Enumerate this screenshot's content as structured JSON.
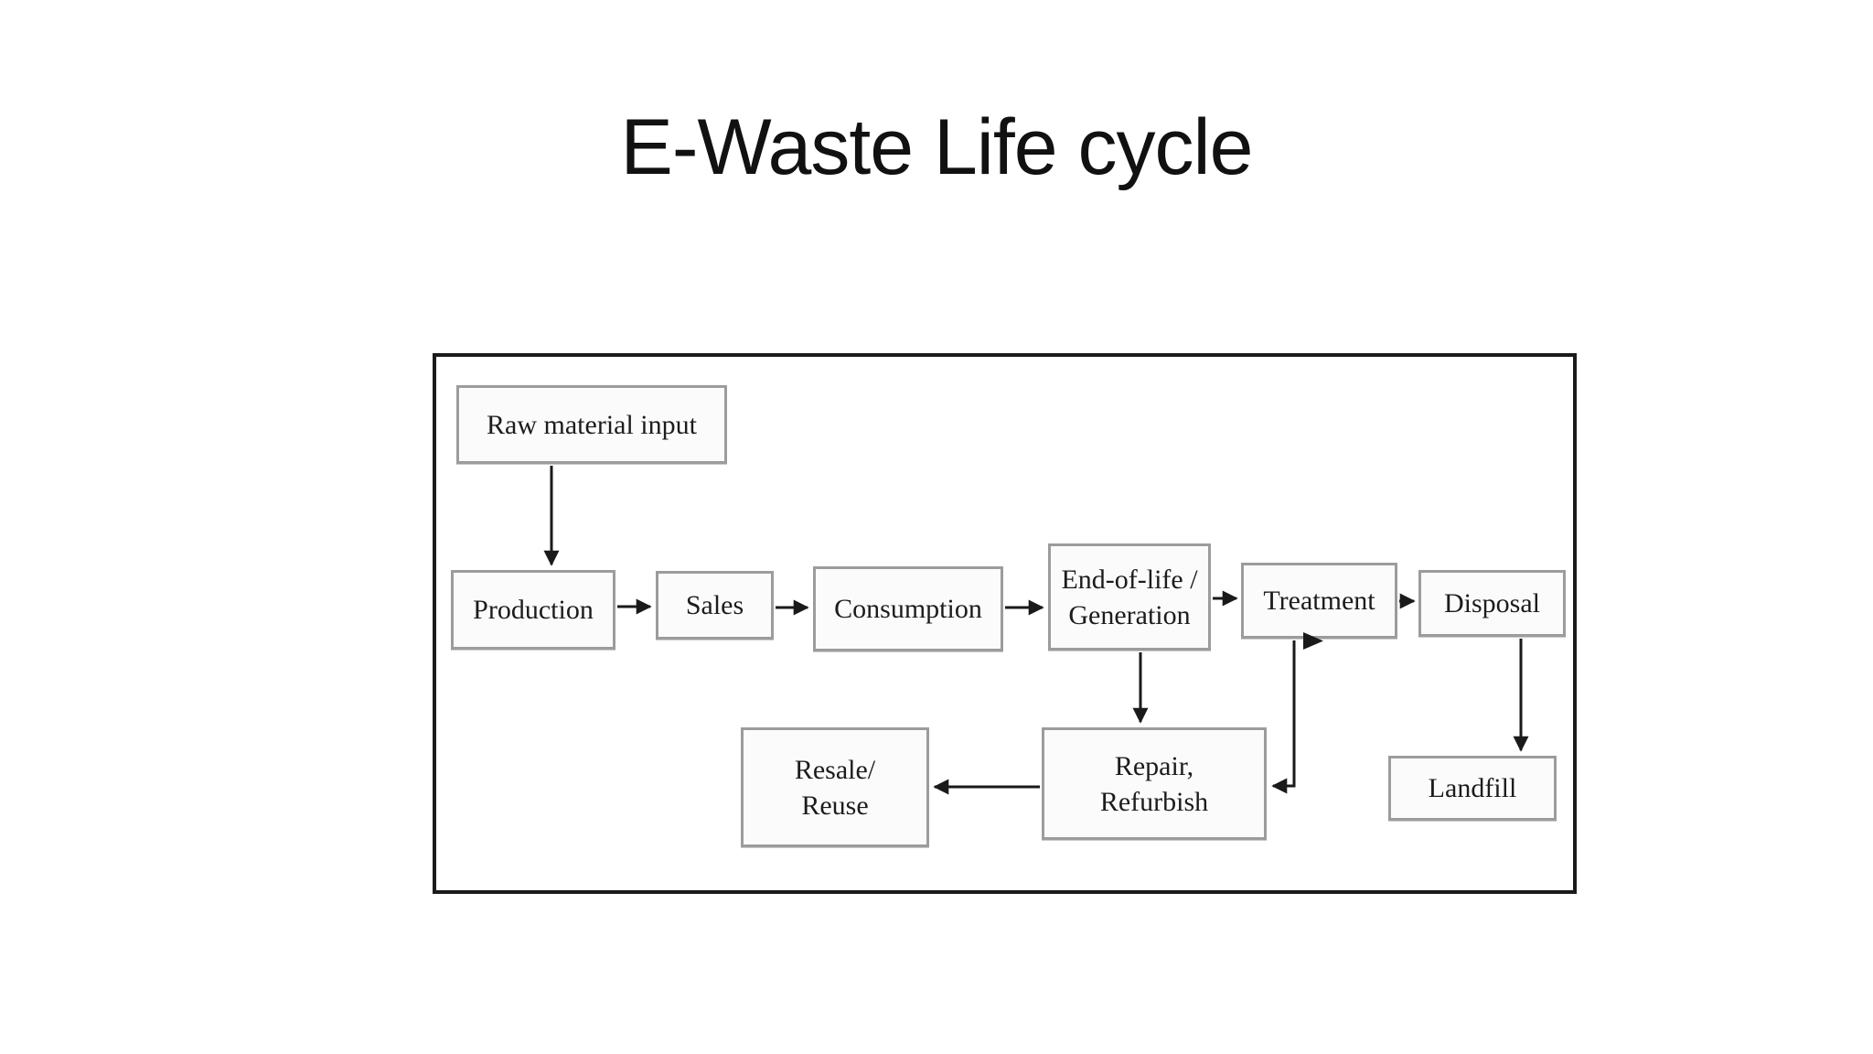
{
  "slide": {
    "title": "E-Waste Life cycle",
    "background_color": "#ffffff"
  },
  "diagram": {
    "frame_border_color": "#1b1b1b",
    "box_border_color": "#9c9c9c",
    "box_fill_color": "#fbfbfb",
    "line_color": "#1a1a1a",
    "text_color": "#1c1c1c",
    "nodes": [
      {
        "id": "raw-material-input",
        "label": "Raw material input"
      },
      {
        "id": "production",
        "label": "Production"
      },
      {
        "id": "sales",
        "label": "Sales"
      },
      {
        "id": "consumption",
        "label": "Consumption"
      },
      {
        "id": "end-of-life-generation",
        "label": "End-of-life /\nGeneration"
      },
      {
        "id": "treatment",
        "label": "Treatment"
      },
      {
        "id": "disposal",
        "label": "Disposal"
      },
      {
        "id": "resale-reuse",
        "label": "Resale/\nReuse"
      },
      {
        "id": "repair-refurbish",
        "label": "Repair,\nRefurbish"
      },
      {
        "id": "landfill",
        "label": "Landfill"
      }
    ],
    "edges": [
      {
        "from": "Raw material input",
        "to": "Production"
      },
      {
        "from": "Production",
        "to": "Sales"
      },
      {
        "from": "Sales",
        "to": "Consumption"
      },
      {
        "from": "Consumption",
        "to": "End-of-life / Generation"
      },
      {
        "from": "End-of-life / Generation",
        "to": "Treatment"
      },
      {
        "from": "Treatment",
        "to": "Disposal"
      },
      {
        "from": "End-of-life / Generation",
        "to": "Repair, Refurbish"
      },
      {
        "from": "Treatment",
        "to": "Repair, Refurbish"
      },
      {
        "from": "Repair, Refurbish",
        "to": "Resale/ Reuse"
      },
      {
        "from": "Disposal",
        "to": "Landfill"
      }
    ]
  }
}
